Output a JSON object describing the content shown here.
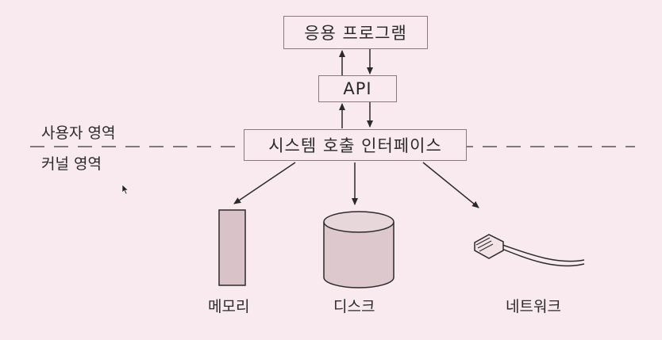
{
  "diagram": {
    "boxes": {
      "application": "응용 프로그램",
      "api": "API",
      "syscall": "시스템 호출 인터페이스"
    },
    "regions": {
      "user": "사용자 영역",
      "kernel": "커널 영역"
    },
    "resources": {
      "memory": "메모리",
      "disk": "디스크",
      "network": "네트워크"
    }
  },
  "colors": {
    "background": "#f8eaee",
    "stroke": "#2a2a2a",
    "memory_fill": "#d9c3c9",
    "disk_fill": "#dcc8cd"
  }
}
